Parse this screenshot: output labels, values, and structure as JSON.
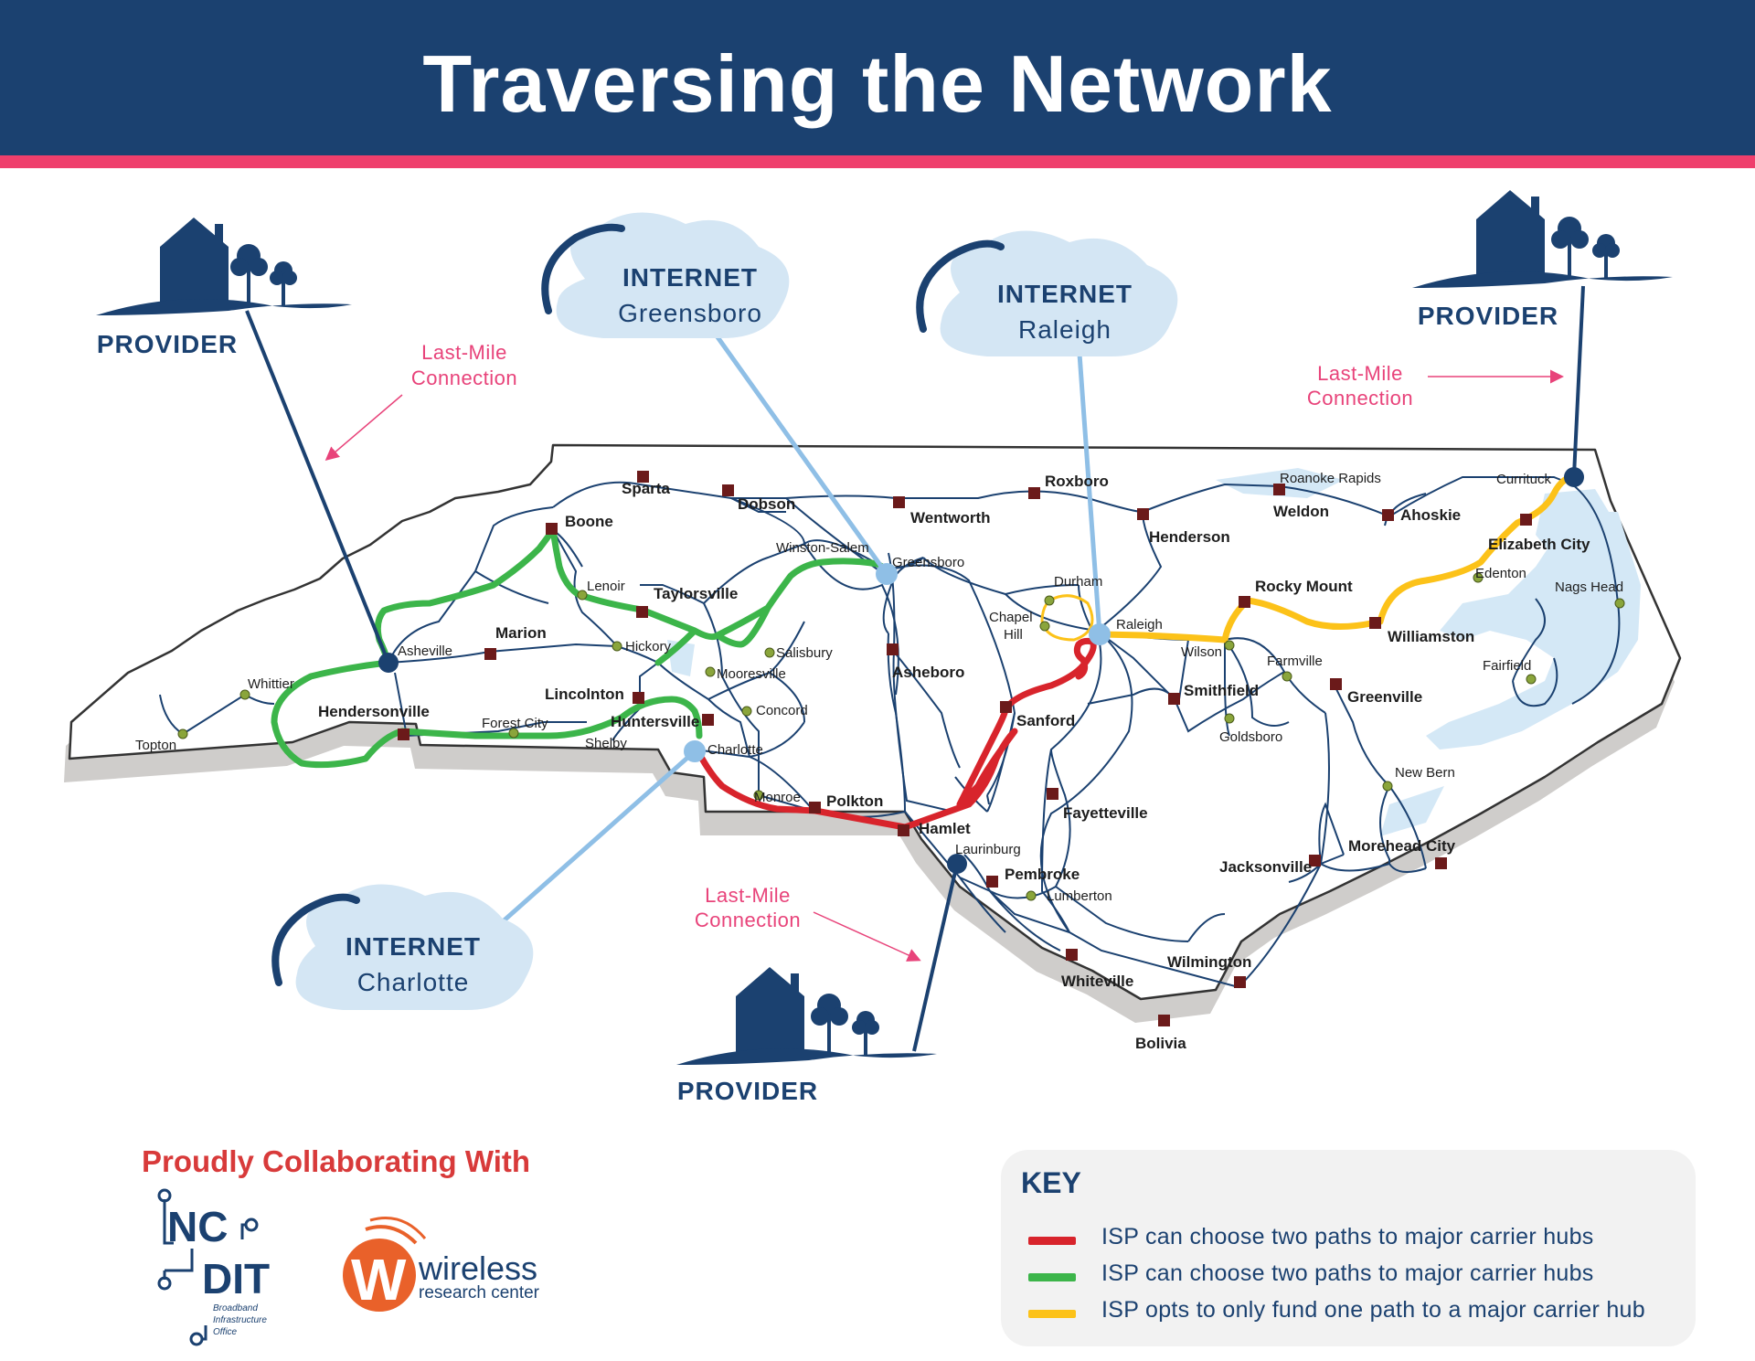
{
  "header": {
    "title": "Traversing the Network"
  },
  "colors": {
    "header_bg": "#1b4170",
    "stripe": "#ef3f6c",
    "red_path": "#d8242c",
    "green_path": "#3cb54a",
    "yellow_path": "#fcc219",
    "backbone": "#1b4170",
    "internet_link": "#8fbfe6"
  },
  "clouds": [
    {
      "title": "INTERNET",
      "city": "Greensboro"
    },
    {
      "title": "INTERNET",
      "city": "Raleigh"
    },
    {
      "title": "INTERNET",
      "city": "Charlotte"
    }
  ],
  "providers": [
    {
      "label": "PROVIDER"
    },
    {
      "label": "PROVIDER"
    },
    {
      "label": "PROVIDER"
    }
  ],
  "last_mile": [
    {
      "line1": "Last-Mile",
      "line2": "Connection"
    },
    {
      "line1": "Last-Mile",
      "line2": "Connection"
    },
    {
      "line1": "Last-Mile",
      "line2": "Connection"
    }
  ],
  "hubs": {
    "sparta": "Sparta",
    "dobson": "Dobson",
    "wentworth": "Wentworth",
    "roxboro": "Roxboro",
    "henderson": "Henderson",
    "weldon": "Weldon",
    "ahoskie": "Ahoskie",
    "boone": "Boone",
    "taylorsville": "Taylorsville",
    "marion": "Marion",
    "hendersonville": "Hendersonville",
    "lincolnton": "Lincolnton",
    "huntersville": "Huntersville",
    "asheboro": "Asheboro",
    "sanford": "Sanford",
    "smithfield": "Smithfield",
    "rocky_mount": "Rocky Mount",
    "williamston": "Williamston",
    "elizabeth_city": "Elizabeth City",
    "greenville": "Greenville",
    "polkton": "Polkton",
    "hamlet": "Hamlet",
    "pembroke": "Pembroke",
    "fayetteville": "Fayetteville",
    "jacksonville": "Jacksonville",
    "morehead_city": "Morehead City",
    "whiteville": "Whiteville",
    "wilmington": "Wilmington",
    "bolivia": "Bolivia"
  },
  "towns": {
    "roanoke_rapids": "Roanoke Rapids",
    "currituck": "Currituck",
    "winston_salem": "Winston-Salem",
    "greensboro": "Greensboro",
    "durham": "Durham",
    "chapel_hill_1": "Chapel",
    "chapel_hill_2": "Hill",
    "raleigh": "Raleigh",
    "edenton": "Edenton",
    "nags_head": "Nags Head",
    "lenoir": "Lenoir",
    "hickory": "Hickory",
    "asheville": "Asheville",
    "whittier": "Whittier",
    "topton": "Topton",
    "forest_city": "Forest City",
    "shelby": "Shelby",
    "mooresville": "Mooresville",
    "salisbury": "Salisbury",
    "concord": "Concord",
    "charlotte": "Charlotte",
    "monroe": "Monroe",
    "laurinburg": "Laurinburg",
    "lumberton": "Lumberton",
    "wilson": "Wilson",
    "farmville": "Farmville",
    "goldsboro": "Goldsboro",
    "fairfield": "Fairfield",
    "new_bern": "New Bern"
  },
  "collab": {
    "title": "Proudly Collaborating With"
  },
  "logos": {
    "ncdit_nc": "NC",
    "ncdit_dit": "DIT",
    "ncdit_sub1": "Broadband",
    "ncdit_sub2": "Infrastructure",
    "ncdit_sub3": "Office",
    "wrc_w": "W",
    "wrc_name": "wireless",
    "wrc_sub": "research center"
  },
  "key": {
    "title": "KEY",
    "items": [
      {
        "color": "#d8242c",
        "label": "ISP can choose two paths to major carrier hubs"
      },
      {
        "color": "#3cb54a",
        "label": "ISP can choose two paths to major carrier hubs"
      },
      {
        "color": "#fcc219",
        "label": "ISP opts to only fund one path to a major carrier hub"
      }
    ]
  }
}
